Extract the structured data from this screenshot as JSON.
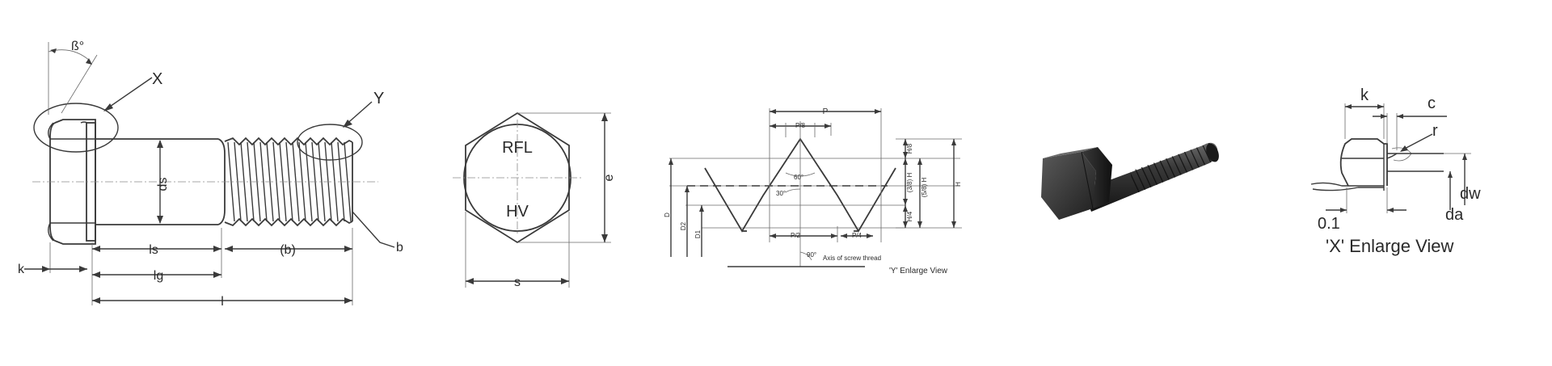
{
  "bolt_side_view": {
    "beta_label": "ß°",
    "x_callout": "X",
    "y_callout": "Y",
    "ds_label": "ds",
    "b_end_label": "b",
    "ls_label": "ls",
    "b_paren_label": "(b)",
    "k_label": "k",
    "lg_label": "lg",
    "l_label": "l"
  },
  "head_end_view": {
    "rfl_label": "RFL",
    "hv_label": "HV",
    "e_label": "e",
    "s_label": "s"
  },
  "thread_detail_y": {
    "p_label": "P",
    "p8_label": "P/8",
    "h8_label": "H/8",
    "h38_label": "(3/8) H",
    "h58_label": "(5/8) H",
    "h_label": "H",
    "h4_label": "H/4",
    "angle60_label": "60°",
    "angle30_label": "30°",
    "p2_label": "P/2",
    "p4_label": "P/4",
    "d_label": "D",
    "d2_label": "D2",
    "d1_label": "D1",
    "angle90_label": "90°",
    "axis_label": "Axis of screw thread",
    "view_title": "'Y' Enlarge View"
  },
  "x_detail": {
    "k_label": "k",
    "c_label": "c",
    "r_label": "r",
    "dw_label": "dw",
    "da_label": "da",
    "tolerance_label": "0.1",
    "view_title": "'X' Enlarge View"
  },
  "colors": {
    "line": "#3a3a3a",
    "centerline": "#8a8a8a",
    "bolt_body": "#2b2b2b",
    "bolt_highlight": "#5a5a5a"
  }
}
